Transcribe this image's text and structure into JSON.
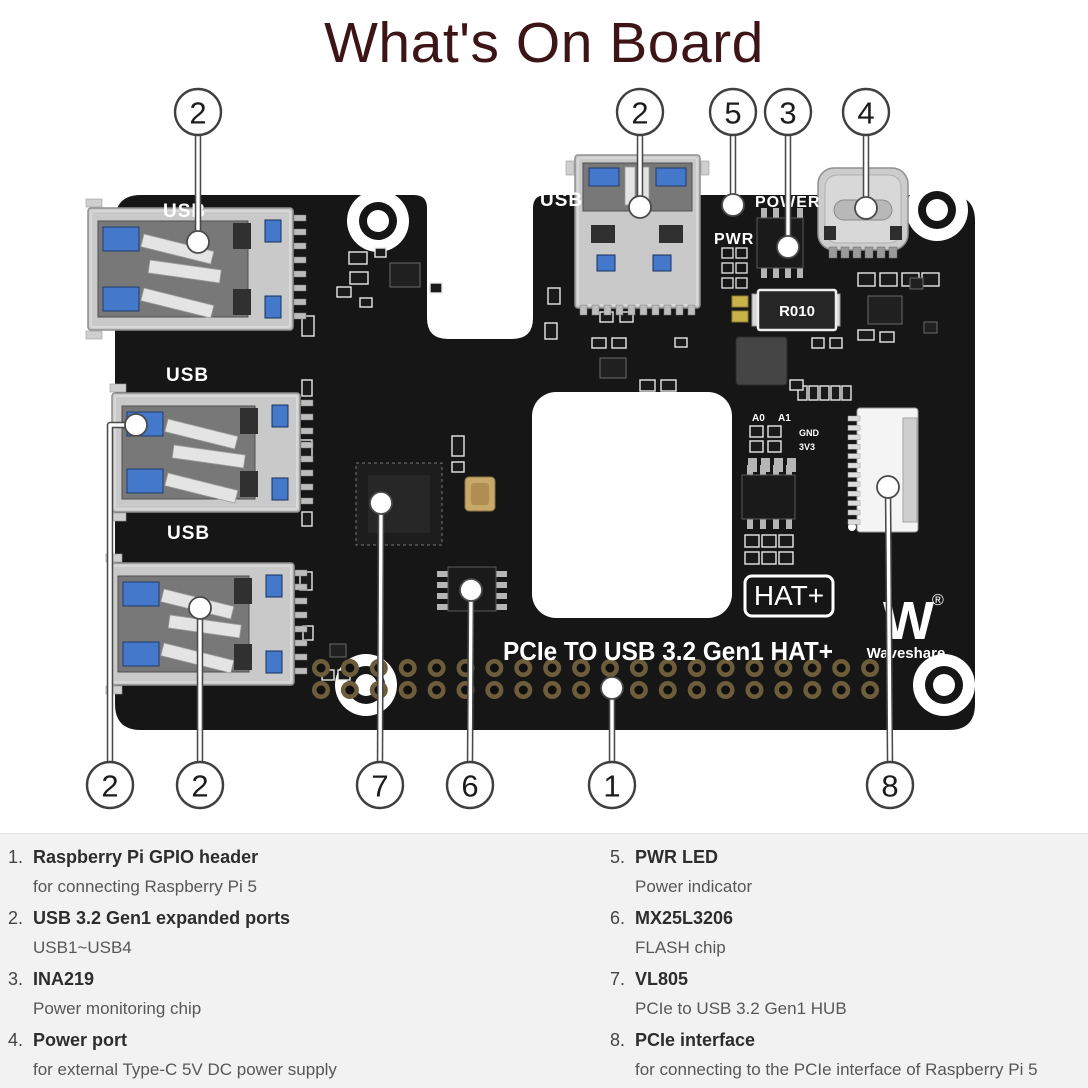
{
  "title": "What's On Board",
  "colors": {
    "title_text": "#3d1517",
    "legend_background": "#f2f2f2",
    "board": "#161616",
    "usb_blue": "#4478cb",
    "silkscreen": "#ffffff"
  },
  "board": {
    "silkscreen": {
      "usb": "USB",
      "power": "POWER",
      "pwr": "PWR",
      "shunt": "R010",
      "a0": "A0",
      "a1": "A1",
      "gnd": "GND",
      "v33": "3V3",
      "hat_badge": "HAT+",
      "product": "PCIe TO USB 3.2 Gen1 HAT+",
      "logo_letter": "W",
      "registered": "®",
      "brand": "Waveshare"
    }
  },
  "callouts": {
    "top": [
      {
        "label": "2"
      },
      {
        "label": "2"
      },
      {
        "label": "5"
      },
      {
        "label": "3"
      },
      {
        "label": "4"
      }
    ],
    "bottom": [
      {
        "label": "2"
      },
      {
        "label": "2"
      },
      {
        "label": "7"
      },
      {
        "label": "6"
      },
      {
        "label": "1"
      },
      {
        "label": "8"
      }
    ]
  },
  "legend": {
    "items": [
      {
        "num": "1.",
        "title": "Raspberry Pi GPIO header",
        "desc": "for connecting Raspberry Pi 5"
      },
      {
        "num": "2.",
        "title": "USB 3.2 Gen1 expanded ports",
        "desc": "USB1~USB4"
      },
      {
        "num": "3.",
        "title": "INA219",
        "desc": "Power monitoring chip"
      },
      {
        "num": "4.",
        "title": "Power port",
        "desc": "for external Type-C 5V DC power supply"
      },
      {
        "num": "5.",
        "title": "PWR LED",
        "desc": "Power indicator"
      },
      {
        "num": "6.",
        "title": "MX25L3206",
        "desc": "FLASH chip"
      },
      {
        "num": "7.",
        "title": "VL805",
        "desc": "PCIe to USB 3.2 Gen1 HUB"
      },
      {
        "num": "8.",
        "title": "PCIe interface",
        "desc": "for connecting to the PCIe interface of Raspberry Pi 5"
      }
    ]
  }
}
